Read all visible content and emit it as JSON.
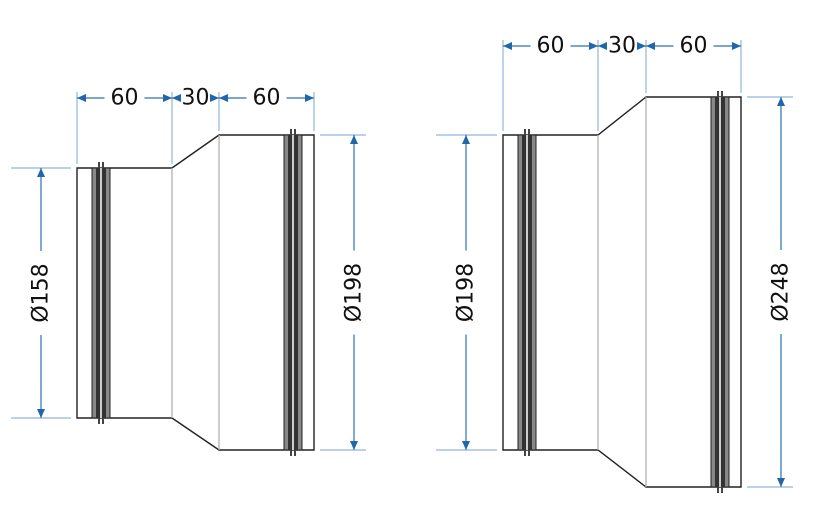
{
  "reducers": [
    {
      "name": "reducer-158-198",
      "length_labels": [
        "60",
        "30",
        "60"
      ],
      "small_diameter_label": "Ø158",
      "large_diameter_label": "Ø198"
    },
    {
      "name": "reducer-198-248",
      "length_labels": [
        "60",
        "30",
        "60"
      ],
      "small_diameter_label": "Ø198",
      "large_diameter_label": "Ø248"
    }
  ],
  "colors": {
    "dimension": "#2a72b5",
    "extension": "#8fb8dc",
    "outline": "#222222"
  }
}
